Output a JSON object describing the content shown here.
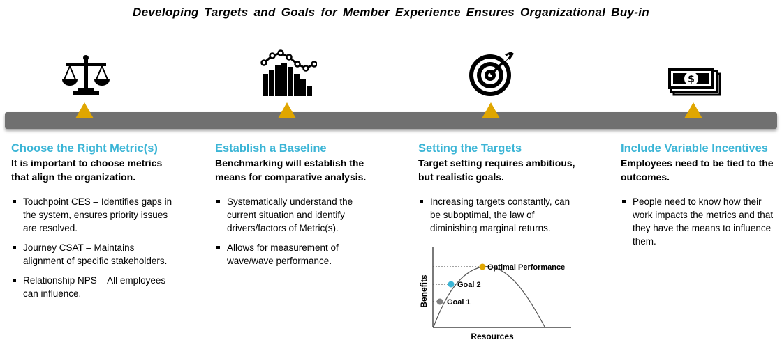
{
  "title": "Developing Targets and Goals for Member Experience Ensures Organizational Buy-in",
  "colors": {
    "accent": "#3bb5d6",
    "triangle": "#e0a600",
    "bar": "#707070",
    "goal1": "#808080",
    "goal2": "#3bb5d6",
    "optimal": "#e0a600"
  },
  "steps": [
    {
      "icon": "scale-icon",
      "heading": "Choose the Right Metric(s)",
      "lead": "It is important to choose metrics that align the organization.",
      "bullets": [
        "Touchpoint CES – Identifies gaps in the system, ensures priority issues are resolved.",
        "Journey  CSAT – Maintains alignment of specific stakeholders.",
        "Relationship NPS – All employees can influence."
      ]
    },
    {
      "icon": "benchmark-chart-icon",
      "heading": "Establish a Baseline",
      "lead": "Benchmarking will establish the means for comparative analysis.",
      "bullets": [
        "Systematically understand the current situation and identify drivers/factors of Metric(s).",
        "Allows for measurement of wave/wave performance."
      ]
    },
    {
      "icon": "target-icon",
      "heading": "Setting the Targets",
      "lead": "Target setting requires ambitious, but realistic goals.",
      "bullets": [
        "Increasing targets constantly, can be suboptimal, the law of diminishing marginal returns."
      ]
    },
    {
      "icon": "money-icon",
      "heading": "Include Variable Incentives",
      "lead": "Employees need to be tied to the outcomes.",
      "bullets": [
        "People need to know how their work impacts the metrics and that they have the means to influence them."
      ]
    }
  ],
  "chart": {
    "xlabel": "Resources",
    "ylabel": "Benefits",
    "points": [
      {
        "label": "Goal 1",
        "color": "#808080"
      },
      {
        "label": "Goal 2",
        "color": "#3bb5d6"
      },
      {
        "label": "Optimal Performance",
        "color": "#e0a600"
      }
    ]
  }
}
